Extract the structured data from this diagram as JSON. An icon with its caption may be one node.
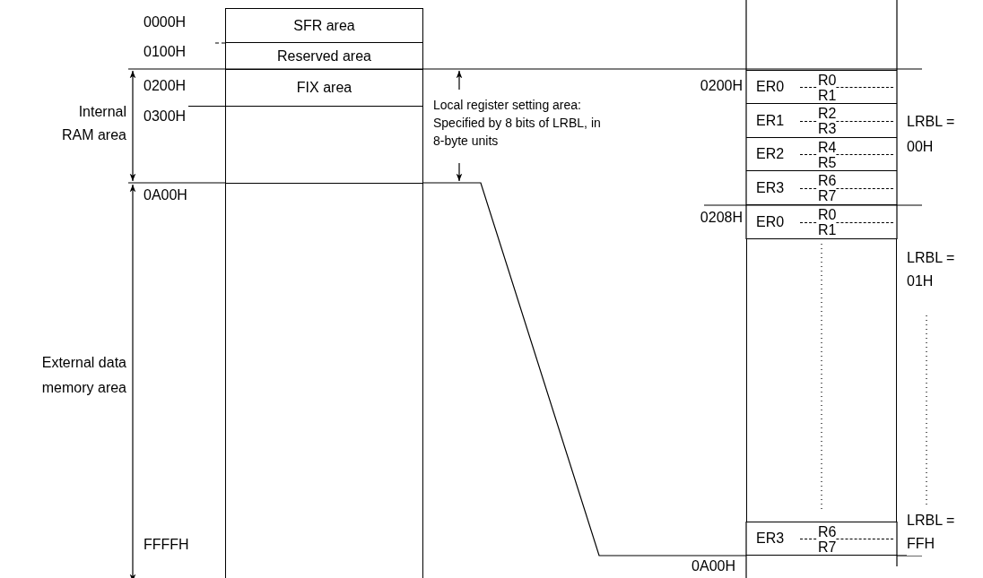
{
  "diagram": {
    "nodes": [
      {
        "text": [
          "SFR area"
        ]
      },
      {
        "text": [
          "Reserved area"
        ]
      },
      {
        "text": [
          "FIX area"
        ]
      },
      {
        "text": [],
        "shape": "box"
      },
      {
        "text": [],
        "shape": "box"
      },
      {
        "text": [
          "ER0",
          "R0",
          "R1"
        ]
      },
      {
        "text": [
          "ER1",
          "R2",
          "R3"
        ]
      },
      {
        "text": [
          "ER2",
          "R4",
          "R5"
        ]
      },
      {
        "text": [
          "ER3",
          "R6",
          "R7"
        ]
      },
      {
        "text": [
          "ER0",
          "R0",
          "R1"
        ]
      },
      {
        "text": [],
        "shape": "box"
      },
      {
        "text": [
          "ER3",
          "R6",
          "R7"
        ]
      }
    ],
    "edges": [
      {
        "from": 3,
        "to": 11,
        "arrow": "none"
      }
    ],
    "labels": [
      "0000H",
      "0100H",
      "Internal RAM area",
      "0200H",
      "0300H",
      "Local register setting area: Specified by 8 bits of LRBL, in 8-byte units",
      "0A00H",
      "External data memory area",
      "FFFFH",
      "0200H",
      "LRBL = 00H",
      "0208H",
      "LRBL = 01H",
      "LRBL = FFH",
      "0A00H"
    ]
  }
}
